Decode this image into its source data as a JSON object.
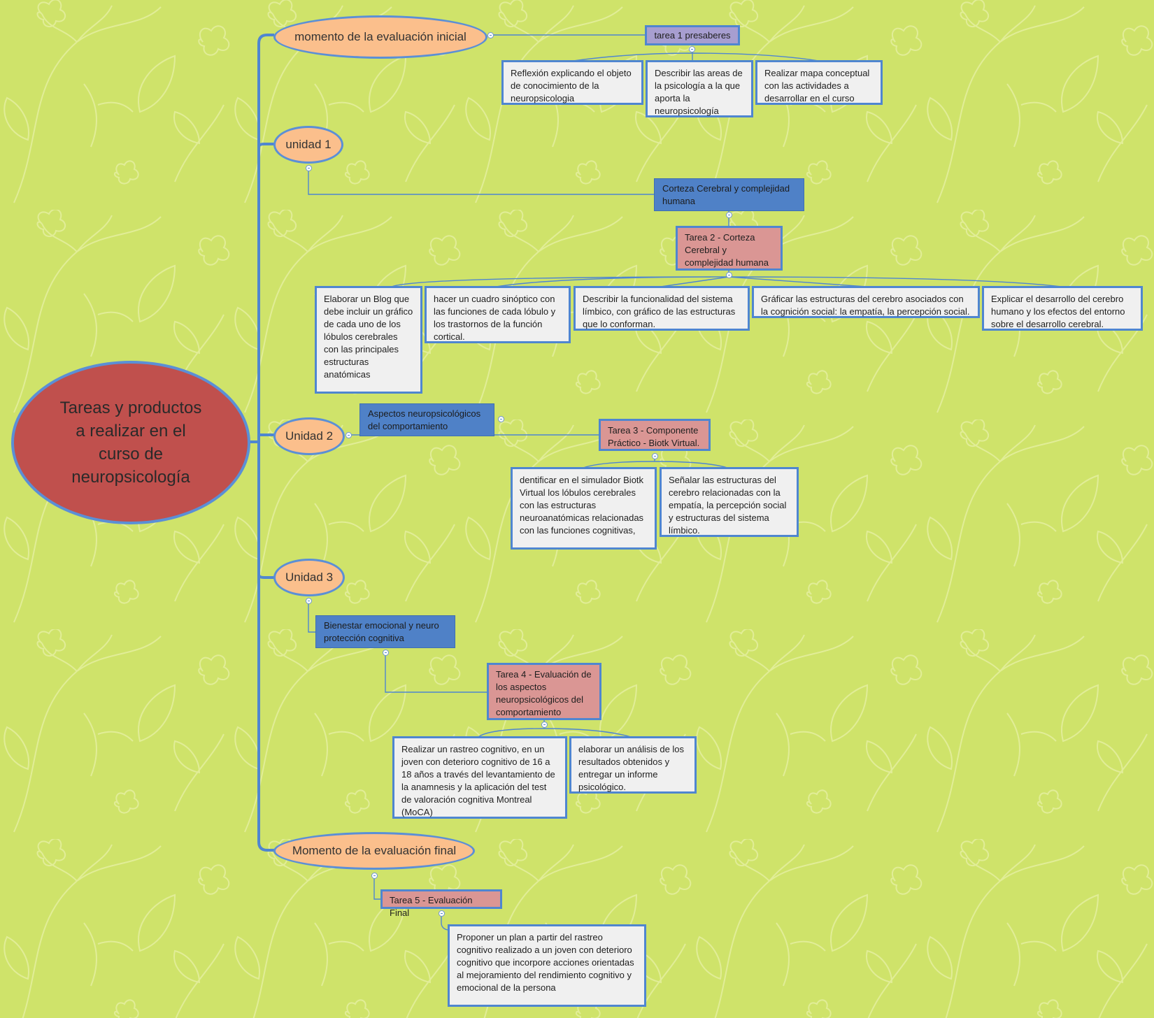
{
  "colors": {
    "background": "#cfe36a",
    "root_fill": "#c0504d",
    "stage_fill": "#fbbf8c",
    "connector": "#4f86d0",
    "topic_fill": "#4f81c7",
    "task_fill": "#da9694",
    "task1_fill": "#a79ed0",
    "leaf_fill": "#f0f0f0"
  },
  "root": {
    "label": "Tareas y productos a realizar en el curso de neuropsicología"
  },
  "stages": {
    "inicial": "momento de la evaluación  inicial",
    "unidad1": "unidad 1",
    "unidad2": "Unidad 2",
    "unidad3": "Unidad 3",
    "final": "Momento de la evaluación final"
  },
  "topics": {
    "corteza": "Corteza Cerebral y complejidad humana",
    "aspectos": "Aspectos neuropsicológicos del comportamiento",
    "bienestar": "Bienestar emocional y neuro protección cognitiva"
  },
  "tasks": {
    "t1": "tarea 1 presaberes",
    "t2": "Tarea 2 - Corteza Cerebral y complejidad humana",
    "t3": "Tarea 3 - Componente Práctico - Biotk Virtual.",
    "t4": "Tarea 4 - Evaluación de los aspectos neuropsicológicos del comportamiento",
    "t5": "Tarea 5 - Evaluación Final"
  },
  "activities": {
    "t1": [
      "Reflexión explicando el objeto de conocimiento de la neuropsicologia",
      "Describir las areas de la psicología a la que aporta la neuropsicología",
      "Realizar mapa conceptual con las actividades a desarrollar en el curso"
    ],
    "t2": [
      "Elaborar un Blog que debe incluir un gráfico de cada uno de los lóbulos cerebrales con las principales estructuras anatómicas",
      "hacer un cuadro sinóptico con las funciones de cada lóbulo y los trastornos de la función cortical.",
      "Describir la funcionalidad del sistema límbico, con gráfico de las estructuras que lo conforman.",
      "Gráficar las estructuras del cerebro asociados con la cognición social: la empatía, la percepción social.",
      "Explicar el desarrollo del cerebro humano y los efectos del entorno sobre el desarrollo cerebral."
    ],
    "t3": [
      "dentificar en el simulador Biotk Virtual los lóbulos cerebrales con las estructuras neuroanatómicas relacionadas con las funciones cognitivas,",
      "Señalar las estructuras del cerebro relacionadas con la empatía, la percepción social y estructuras del sistema límbico."
    ],
    "t4": [
      "Realizar un rastreo cognitivo, en un joven con deterioro cognitivo de 16 a 18 años a través del levantamiento de la anamnesis y la aplicación del test de valoración cognitiva Montreal (MoCA)",
      "elaborar un análisis de los resultados obtenidos y entregar un informe psicológico."
    ],
    "t5": [
      "Proponer un plan a partir del rastreo cognitivo realizado a un joven con deterioro cognitivo que incorpore acciones orientadas al mejoramiento del rendimiento cognitivo y emocional de la persona"
    ]
  }
}
